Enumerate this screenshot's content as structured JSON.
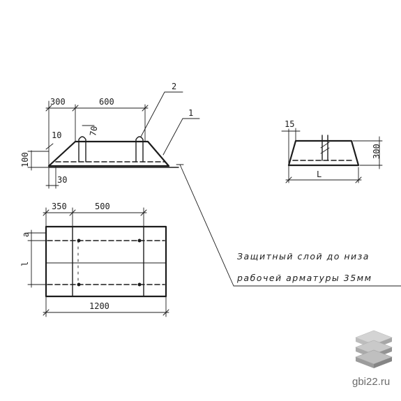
{
  "section_view": {
    "dim_top_left": "300",
    "dim_top_right": "600",
    "dim_lift_height": "70",
    "dim_edge_height": "10",
    "dim_total_height": "100",
    "dim_bottom_offset": "30",
    "callout_1": "1",
    "callout_2": "2"
  },
  "end_view": {
    "dim_top": "15",
    "dim_height": "300",
    "dim_length": "L"
  },
  "plan_view": {
    "dim_left": "350",
    "dim_middle": "500",
    "dim_total": "1200",
    "dim_width": "l",
    "dim_offset": "a"
  },
  "note": {
    "line1": "Защитный слой до низа",
    "line2": "рабочей арматуры 35мм"
  },
  "watermark": {
    "text": "gbi22.ru",
    "colors": [
      "#cfcfcf",
      "#b5b5b5",
      "#9a9a9a"
    ]
  }
}
